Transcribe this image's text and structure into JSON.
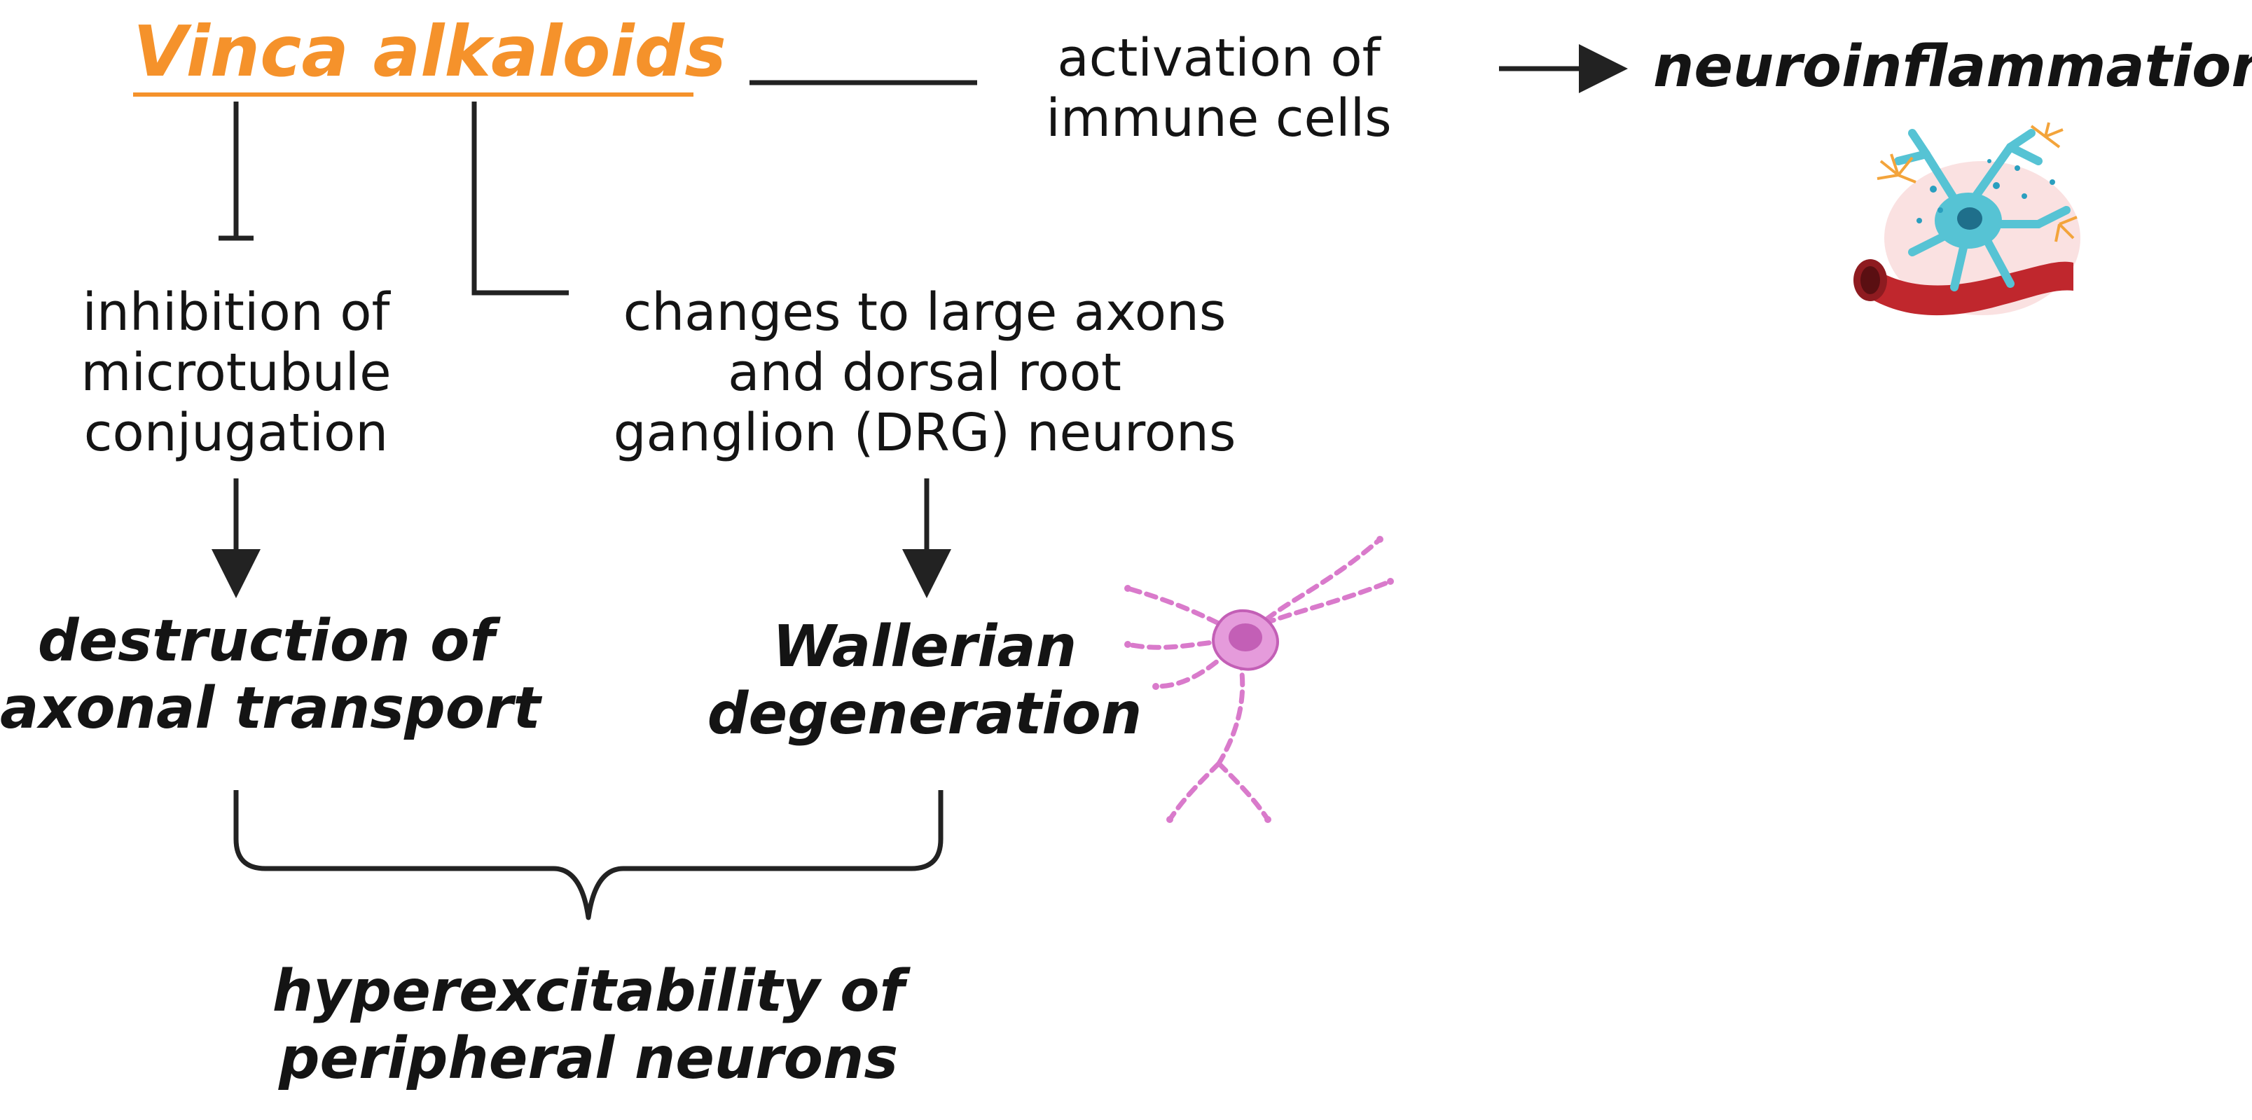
{
  "colors": {
    "accent": "#F5922B",
    "text": "#141414",
    "line": "#222222",
    "neuron_pink": "#D97ACB",
    "astro_cyan": "#56C3D4",
    "vessel_red": "#C0272D",
    "glia_orange": "#F3A43B"
  },
  "nodes": {
    "drug": "Vinca alkaloids",
    "immune": [
      "activation of",
      "immune cells"
    ],
    "neuroinflammation": "neuroinflammation",
    "microtubule": [
      "inhibition of",
      "microtubule",
      "conjugation"
    ],
    "axons": [
      "changes to large axons",
      "and dorsal root",
      "ganglion (DRG) neurons"
    ],
    "transport": [
      "destruction of",
      "axonal transport"
    ],
    "wallerian": [
      "Wallerian",
      "degeneration"
    ],
    "hyperexcitability": [
      "hyperexcitability of",
      "peripheral neurons"
    ]
  },
  "icons": {
    "neuroinflammation": "neuroinflammation-illustration-icon",
    "degenerating_neuron": "degenerating-neuron-icon"
  }
}
